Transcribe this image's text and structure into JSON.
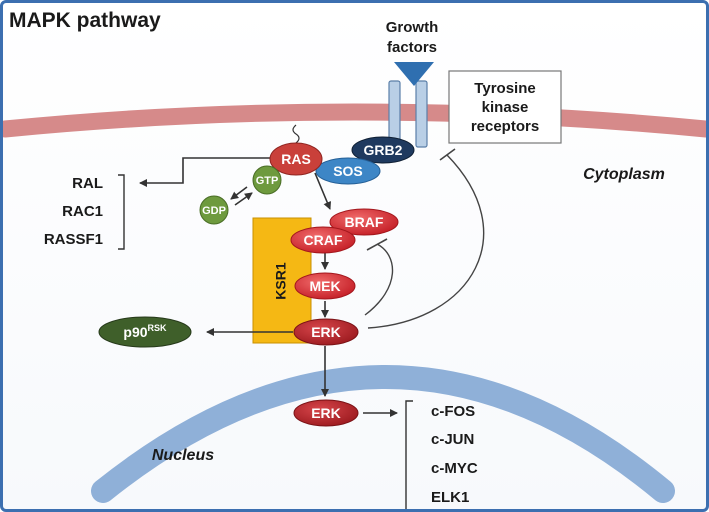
{
  "title": "MAPK pathway",
  "labels": {
    "growth_factors_line1": "Growth",
    "growth_factors_line2": "factors",
    "receptor_line1": "Tyrosine",
    "receptor_line2": "kinase",
    "receptor_line3": "receptors",
    "cytoplasm": "Cytoplasm",
    "nucleus": "Nucleus",
    "ksr1": "KSR1"
  },
  "nodes": {
    "ras": "RAS",
    "sos": "SOS",
    "grb2": "GRB2",
    "gtp": "GTP",
    "gdp": "GDP",
    "braf": "BRAF",
    "craf": "CRAF",
    "mek": "MEK",
    "erk_cyto": "ERK",
    "erk_nuc": "ERK",
    "p90": "p90",
    "p90_sup": "RSK"
  },
  "ras_effectors": [
    "RAL",
    "RAC1",
    "RASSF1"
  ],
  "erk_targets": [
    "c-FOS",
    "c-JUN",
    "c-MYC",
    "ELK1"
  ],
  "colors": {
    "membrane": "#d68a8a",
    "nucleus": "#8fb0d8",
    "ras": "#c9403a",
    "sos": "#3d86c6",
    "grb2": "#1f3a5f",
    "gtp_gdp": "#6e9a3e",
    "raf": "#e0353a",
    "erk": "#b21f24",
    "p90": "#3f5f2a",
    "ksr1": "#f5b814",
    "receptor": "#b9cfe6",
    "ligand": "#2f6fb0"
  }
}
